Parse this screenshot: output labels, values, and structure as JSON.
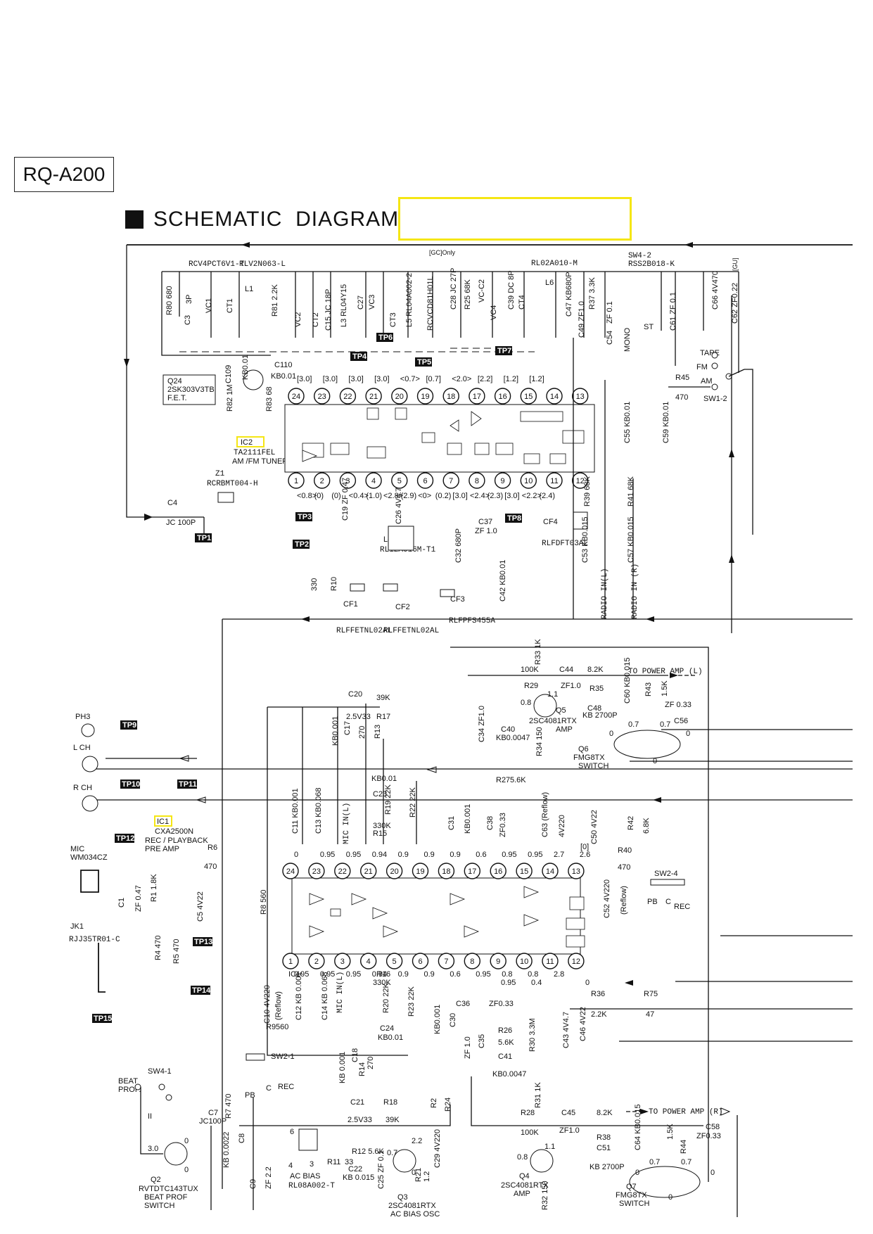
{
  "model": "RQ-A200",
  "title": "SCHEMATIC  DIAGRAM",
  "ic2": {
    "ref": "IC2",
    "part": "TA2111FEL",
    "desc": "AM /FM TUNER"
  },
  "ic1": {
    "ref": "IC1",
    "part": "CXA2500N",
    "desc1": "REC / PLAYBACK",
    "desc2": "PRE AMP"
  },
  "q24": {
    "ref": "Q24",
    "part": "2SK303V3TB",
    "desc": "F.E.T."
  },
  "q5": {
    "ref": "Q5",
    "part": "2SC4081RTX",
    "desc": "AMP"
  },
  "q6": {
    "ref": "Q6",
    "part": "FMG8TX",
    "desc": "SWITCH"
  },
  "q4": {
    "ref": "Q4",
    "part": "2SC4081RTX",
    "desc": "AMP"
  },
  "q7": {
    "ref": "Q7",
    "part": "FMG8TX",
    "desc": "SWITCH"
  },
  "q3": {
    "ref": "Q3",
    "part": "2SC4081RTX",
    "desc": "AC BIAS OSC"
  },
  "q2": {
    "ref": "Q2",
    "part": "RVTDTC143TUX",
    "desc1": "BEAT PROF",
    "desc2": "SWITCH"
  },
  "test_points": [
    "TP1",
    "TP2",
    "TP3",
    "TP4",
    "TP5",
    "TP6",
    "TP7",
    "TP8",
    "TP9",
    "TP10",
    "TP11",
    "TP12",
    "TP13",
    "TP14",
    "TP15"
  ],
  "labels": {
    "power_amp_l": "TO POWER AMP (L)",
    "power_amp_r": "TO POWER AMP (R)",
    "radio_in_l": "RADIO IN(L)",
    "radio_in_r": "RADIO IN (R)",
    "mic_in_l": "MIC IN(L)",
    "ph3": "PH3",
    "l_ch": "L CH",
    "r_ch": "R CH",
    "mic": "MIC",
    "mic_part": "WM034CZ",
    "jk1": "JK1",
    "jk1_part": "RJJ35TR01-C",
    "sw4_1": "SW4-1",
    "beat_prof": "BEAT PROF.",
    "sw2_1": "SW2-1",
    "sw2_4": "SW2-4",
    "sw4_2": "SW4-2",
    "sw4_2_part": "RSS2B018-K",
    "sw1_2": "SW1-2",
    "tape": "TAPE",
    "fm": "FM",
    "am": "AM",
    "mono": "MONO",
    "st": "ST",
    "pb": "PB",
    "c": "C",
    "rec": "REC",
    "ac_bias": "AC BIAS",
    "l2_part": "RL08A002-T",
    "z1": "Z1",
    "z1_part": "RCRBMT004-H",
    "l4": "L4",
    "l4_part": "RL12A016M-T1",
    "cf4_part": "RLFDFT03AL",
    "cf_parts": "RLFFETNL02AL",
    "cf3_part": "RLFPFS455A",
    "l6_part": "RL02A010-M",
    "gc_only": "[GC]Only",
    "gu": "[GU]",
    "rcv": "RCV4PCT6V1-T",
    "rlv": "RLV2N063-L"
  },
  "ic2_top_pins": [
    "24",
    "23",
    "22",
    "21",
    "20",
    "19",
    "18",
    "17",
    "16",
    "15",
    "14",
    "13"
  ],
  "ic2_bottom_pins": [
    "1",
    "2",
    "3",
    "4",
    "5",
    "6",
    "7",
    "8",
    "9",
    "10",
    "11",
    "12"
  ],
  "ic1_top_pins": [
    "24",
    "23",
    "22",
    "21",
    "20",
    "19",
    "18",
    "17",
    "16",
    "15",
    "14",
    "13"
  ],
  "ic1_bottom_pins": [
    "1",
    "2",
    "3",
    "4",
    "5",
    "6",
    "7",
    "8",
    "9",
    "10",
    "11",
    "12"
  ],
  "ic2_top_volts": [
    "[3.0]",
    "[3.0]",
    "[3.0]",
    "[3.0]",
    "<0.7>",
    "[0.7]",
    "<2.0>",
    "[2.2]",
    "[1.2]",
    "[1.2]"
  ],
  "ic2_bottom_volts": [
    "<0.8>",
    "(0)",
    "(0)",
    "<0.4>",
    "(1.0)",
    "<2.8>",
    "(2.9)",
    "<0>",
    "(0.2)",
    "[3.0]",
    "<2.4>",
    "(2.3)",
    "[3.0]",
    "<2.2>",
    "(2.4)"
  ],
  "ic1_top_volts": [
    "0",
    "0.95",
    "0.95",
    "0.94",
    "0.9",
    "0.9",
    "0.9",
    "0.6",
    "0.95",
    "0.95",
    "2.7",
    "2.6"
  ],
  "ic1_bottom_volts": [
    "0.95",
    "0.95",
    "0.95",
    "0.94",
    "0.9",
    "0.9",
    "0.6",
    "0.95",
    "0.8",
    "0.8",
    "2.8"
  ]
}
